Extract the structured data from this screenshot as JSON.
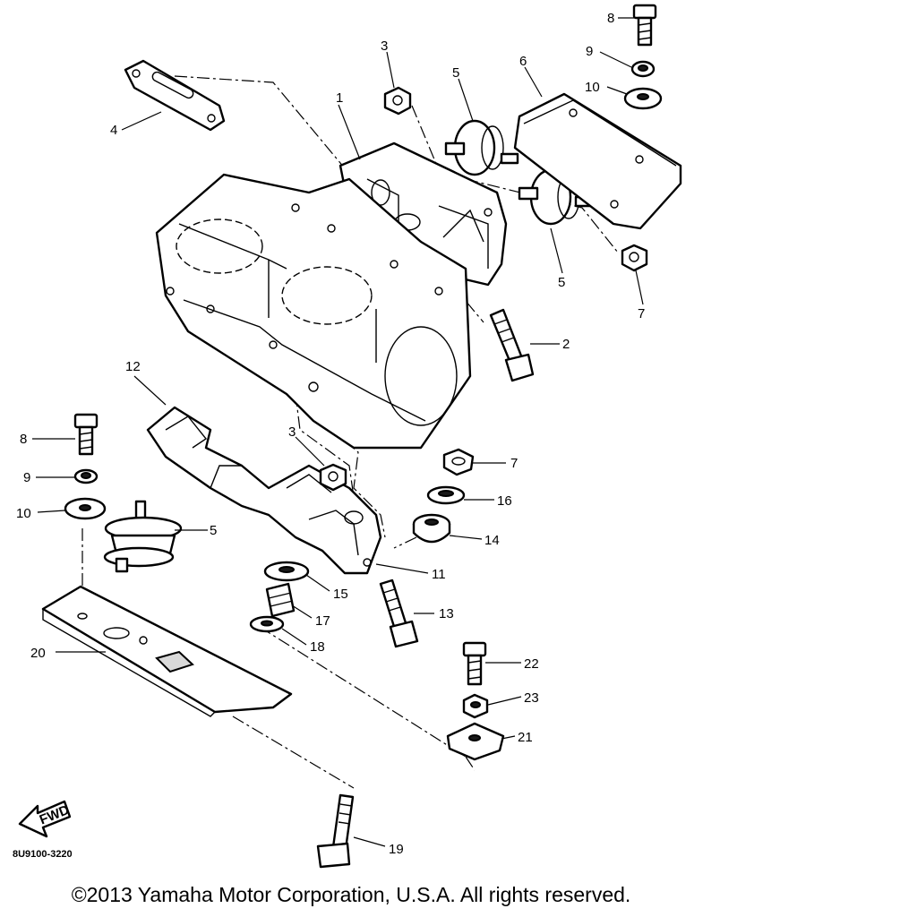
{
  "callouts": {
    "c1": "1",
    "c2": "2",
    "c3_top": "3",
    "c3_mid": "3",
    "c4": "4",
    "c5_top": "5",
    "c5_right": "5",
    "c5_left": "5",
    "c6": "6",
    "c7_right": "7",
    "c7_mid": "7",
    "c8_top": "8",
    "c8_left": "8",
    "c9_top": "9",
    "c9_left": "9",
    "c10_top": "10",
    "c10_left": "10",
    "c11": "11",
    "c12": "12",
    "c13": "13",
    "c14": "14",
    "c15": "15",
    "c16": "16",
    "c17": "17",
    "c18": "18",
    "c19": "19",
    "c20": "20",
    "c21": "21",
    "c22": "22",
    "c23": "23"
  },
  "fwd_label": "FWD",
  "figure_code": "8U9100-3220",
  "copyright": "©2013 Yamaha Motor Corporation, U.S.A. All rights reserved."
}
